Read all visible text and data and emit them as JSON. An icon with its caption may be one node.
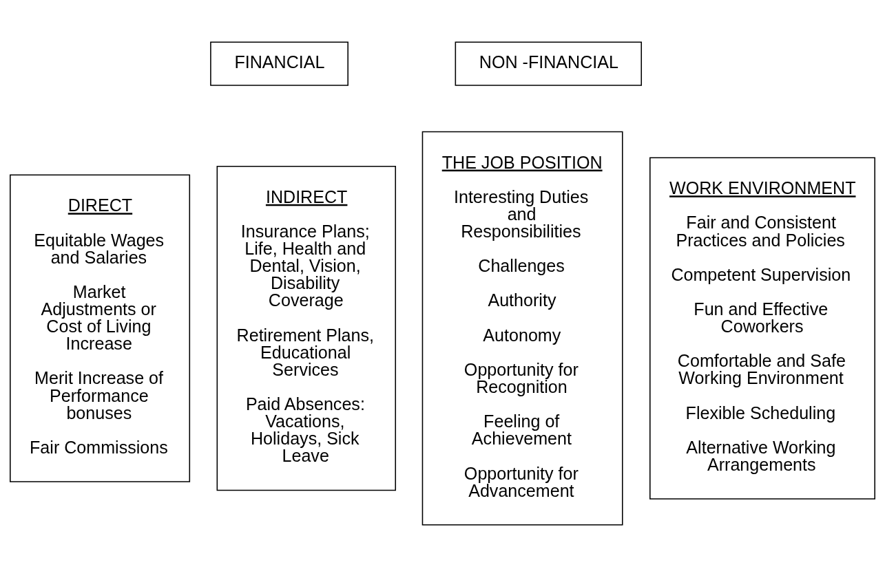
{
  "diagram": {
    "nodes": [
      {
        "text": [
          "FINANCIAL"
        ]
      },
      {
        "text": [
          "NON -FINANCIAL"
        ]
      },
      {
        "text": [
          "DIRECT",
          "Equitable Wages and Salaries",
          "Market Adjustments or Cost of Living Increase",
          "Merit Increase of Performance bonuses",
          "Fair Commissions"
        ]
      },
      {
        "text": [
          "INDIRECT",
          "Insurance Plans; Life, Health and Dental, Vision, Disability Coverage",
          "Retirement Plans, Educational Services",
          "Paid Absences: Vacations, Holidays, Sick Leave"
        ]
      },
      {
        "text": [
          "THE JOB POSITION",
          "Interesting Duties and Responsibilities",
          "Challenges",
          "Authority",
          "Autonomy",
          "Opportunity for Recognition",
          "Feeling of Achievement",
          "Opportunity for Advancement"
        ]
      },
      {
        "text": [
          "WORK ENVIRONMENT",
          "Fair and Consistent Practices and Policies",
          "Competent Supervision",
          "Fun and Effective Coworkers",
          "Comfortable and Safe Working Environment",
          "Flexible Scheduling",
          "Alternative Working Arrangements"
        ]
      }
    ]
  }
}
